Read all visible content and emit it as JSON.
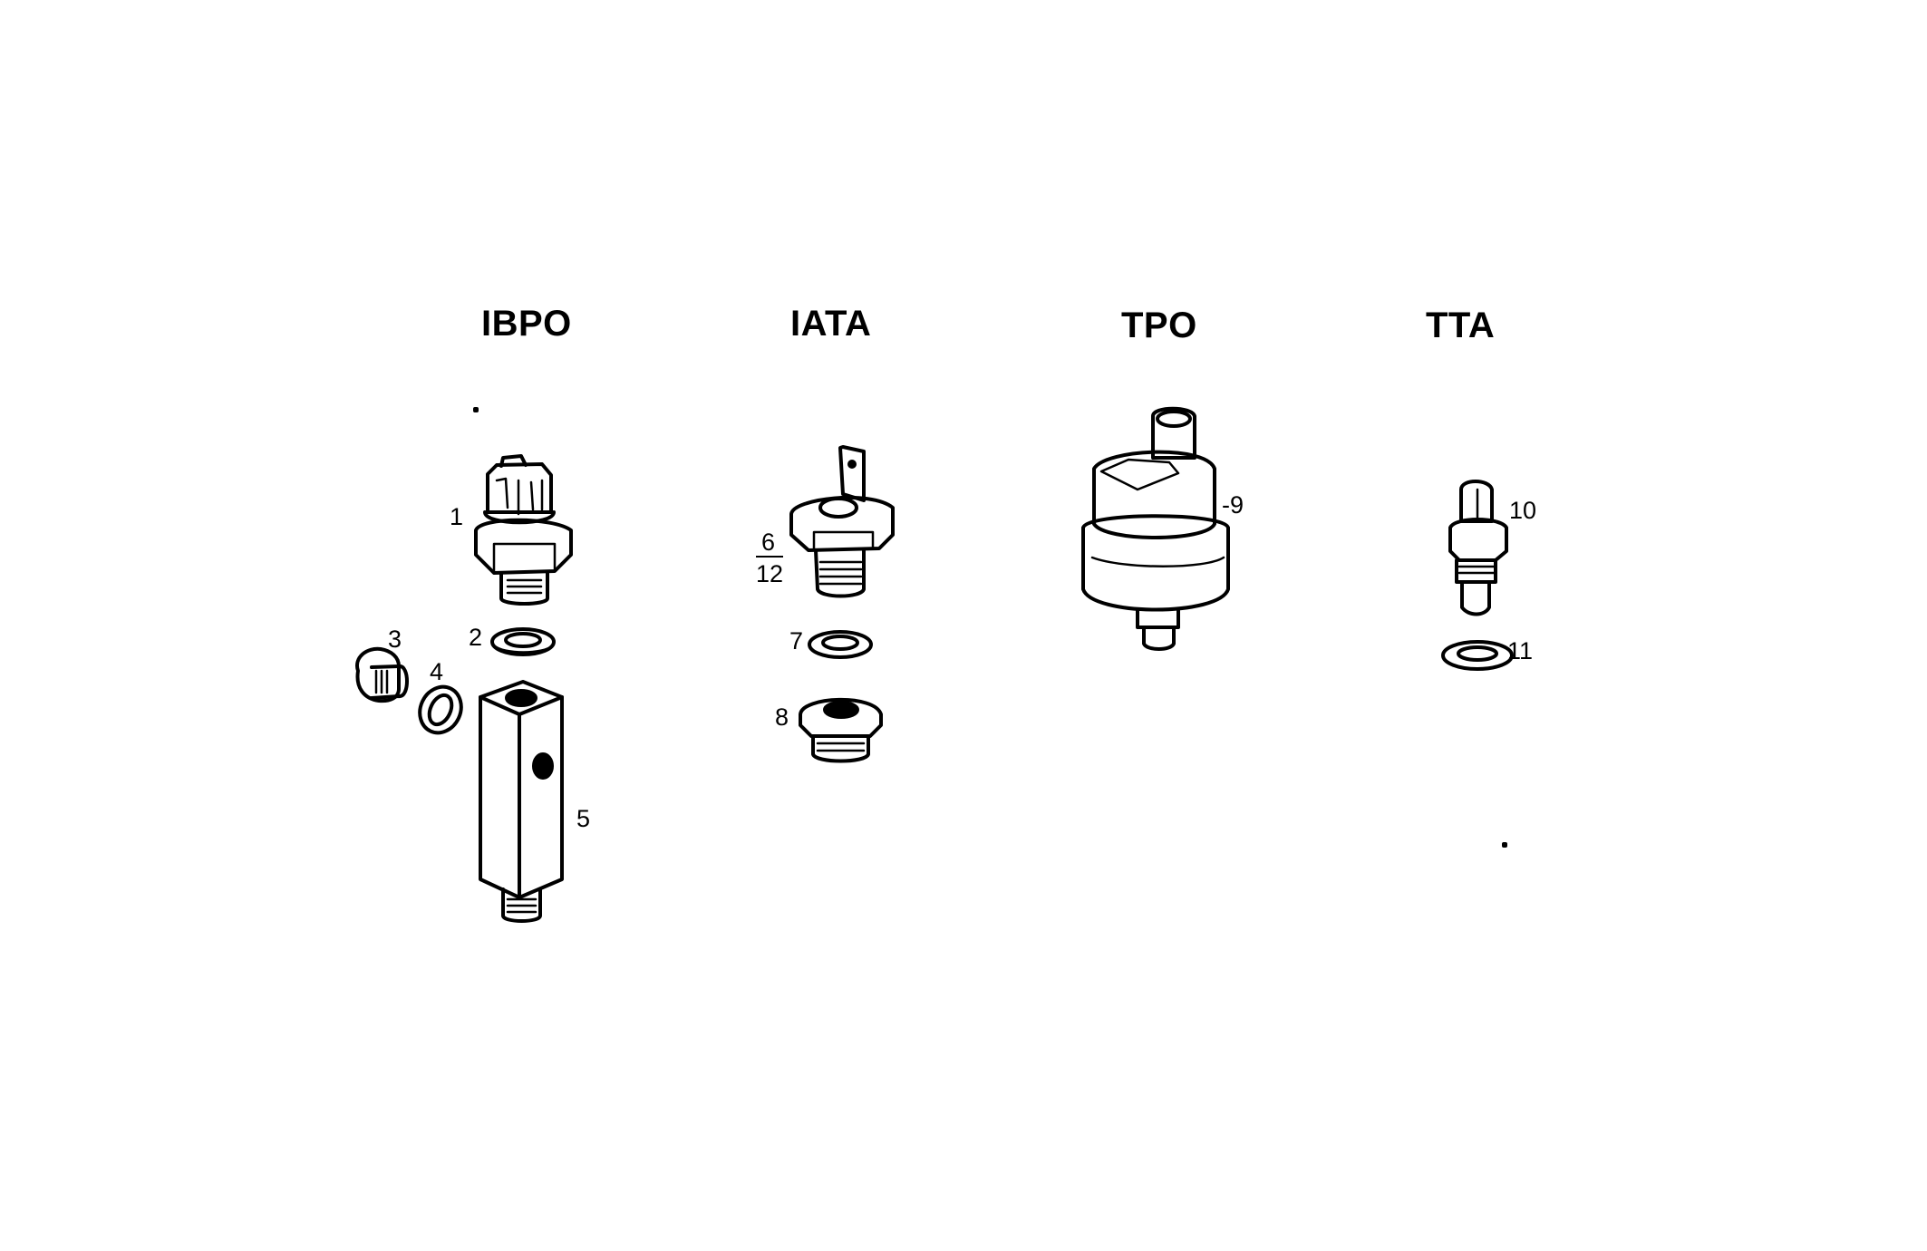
{
  "diagram": {
    "background": "#ffffff",
    "ink_color": "#000000",
    "groups": [
      {
        "id": "ibpo",
        "heading": "IBPO",
        "parts": [
          {
            "number": "1",
            "description": "pressure switch with connector"
          },
          {
            "number": "2",
            "description": "sealing washer"
          },
          {
            "number": "3",
            "description": "threaded plug"
          },
          {
            "number": "4",
            "description": "sealing washer"
          },
          {
            "number": "5",
            "description": "square adapter block"
          }
        ]
      },
      {
        "id": "iata",
        "heading": "IATA",
        "parts": [
          {
            "number": "6",
            "alt_number": "12",
            "description": "switch with spade terminal"
          },
          {
            "number": "7",
            "description": "sealing washer"
          },
          {
            "number": "8",
            "description": "threaded adapter nut"
          }
        ]
      },
      {
        "id": "tpo",
        "heading": "TPO",
        "parts": [
          {
            "number": "9",
            "description": "pressure sender"
          }
        ]
      },
      {
        "id": "tta",
        "heading": "TTA",
        "parts": [
          {
            "number": "10",
            "description": "temperature sender"
          },
          {
            "number": "11",
            "description": "sealing washer"
          }
        ]
      }
    ]
  },
  "callouts": {
    "c1": "1",
    "c2": "2",
    "c3": "3",
    "c4": "4",
    "c5": "5",
    "c6": "6",
    "c12": "12",
    "c7": "7",
    "c8": "8",
    "c9": "-9",
    "c10": "10",
    "c11": "11"
  }
}
